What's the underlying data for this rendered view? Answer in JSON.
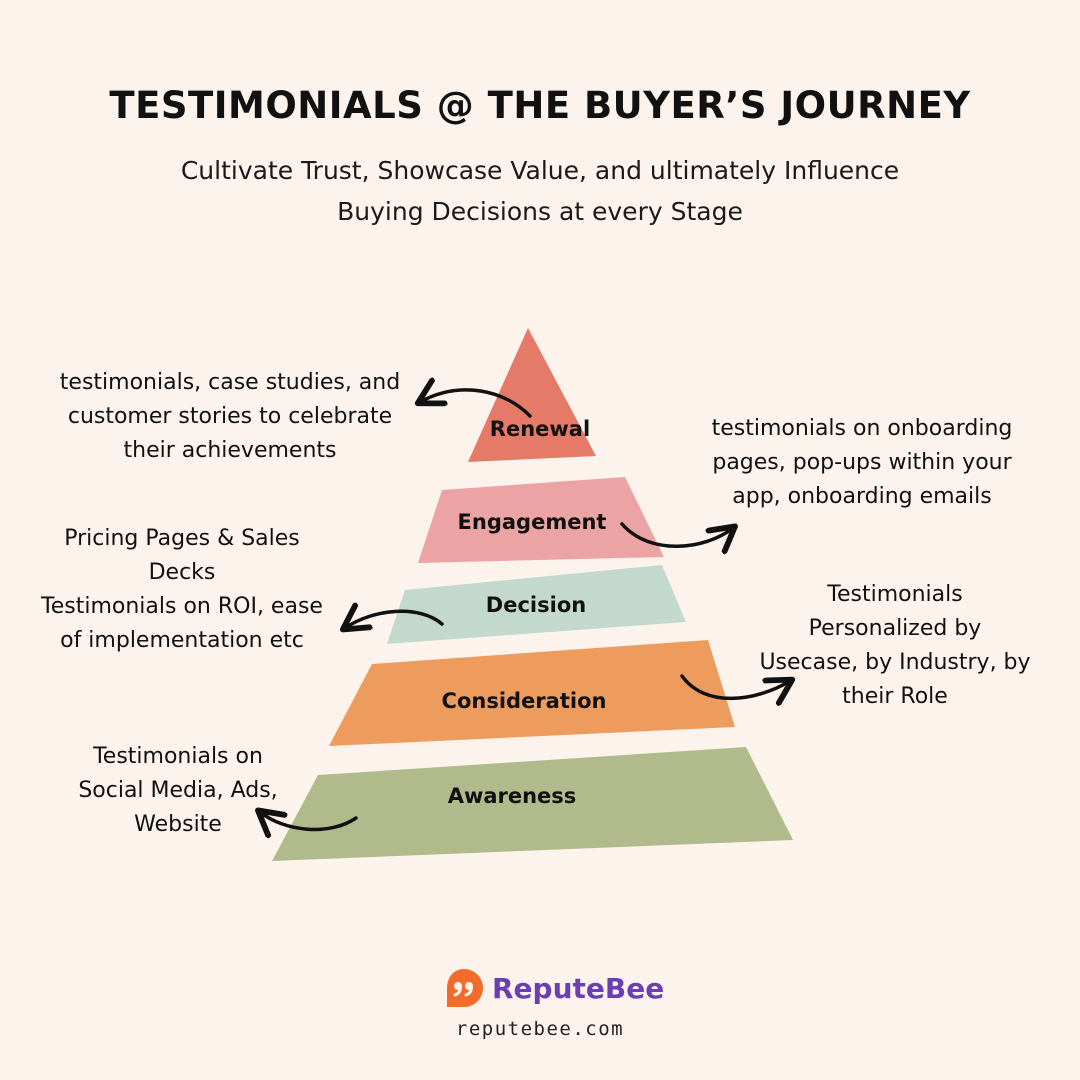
{
  "header": {
    "title": "TESTIMONIALS @ THE BUYER’S JOURNEY",
    "subtitle_line1": "Cultivate Trust, Showcase Value, and ultimately Influence",
    "subtitle_line2": "Buying Decisions at every Stage"
  },
  "stages": [
    {
      "label": "Renewal",
      "color": "#e67a68"
    },
    {
      "label": "Engagement",
      "color": "#eba4a3"
    },
    {
      "label": "Decision",
      "color": "#c3d9ce"
    },
    {
      "label": "Consideration",
      "color": "#ee9c5d"
    },
    {
      "label": "Awareness",
      "color": "#b1ba8a"
    }
  ],
  "notes": {
    "renewal": [
      "testimonials, case studies, and",
      "customer stories to celebrate",
      "their achievements"
    ],
    "engagement": [
      "testimonials on onboarding",
      "pages, pop-ups within your",
      "app, onboarding emails"
    ],
    "decision": [
      "Pricing Pages & Sales",
      "Decks",
      "Testimonials on ROI, ease",
      "of implementation etc"
    ],
    "consideration": [
      "Testimonials",
      "Personalized  by",
      "Usecase, by Industry, by",
      "their Role"
    ],
    "awareness": [
      "Testimonials on",
      "Social Media, Ads,",
      "Website"
    ]
  },
  "brand": {
    "name": "ReputeBee",
    "url": "reputebee.com",
    "logo_icon": "quote-bubble-icon",
    "logo_color": "#f26b2b",
    "text_color": "#6b3fb3"
  }
}
